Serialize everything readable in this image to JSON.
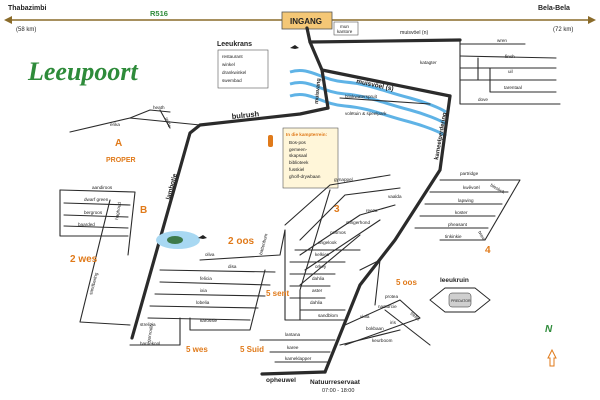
{
  "title": "Leeupoort",
  "highway": {
    "name": "R516",
    "west_town": "Thabazimbi",
    "west_dist": "(58 km)",
    "east_town": "Bela-Bela",
    "east_dist": "(72 km)"
  },
  "gate": {
    "label": "INGANG",
    "office": [
      "mun",
      "kantore"
    ]
  },
  "leeukrans": {
    "title": "Leeukrans",
    "items": [
      "restaurant",
      "winkel",
      "drankwinkel",
      "swembad"
    ]
  },
  "camp_info": {
    "title": "In die kampterrein:",
    "items": [
      "Bos-pos",
      "gemeen-",
      "skapsaal",
      "biblioteek",
      "fusskiel",
      "gholf-drywbaan"
    ]
  },
  "main_roads": {
    "bulrush": "bulrush",
    "lambotie": "lambotie",
    "muisvoel_s": "muisvöel (s)",
    "muisvoel_n": "muisvöel (n)",
    "muisvang": "muisvang",
    "kameelperdering": "kameelperdering",
    "opheuwel": "opheuwel"
  },
  "streets": [
    "heath",
    "erika",
    "reide",
    "aandiroos",
    "dwarf green",
    "bergroos",
    "baarded",
    "haghoud",
    "sandbering",
    "wren",
    "finch",
    "uil",
    "tarentaal",
    "dove",
    "katagter",
    "blinkwaterspruit",
    "volëtuin & speelpark",
    "partridge",
    "kwêvoël",
    "lapwing",
    "koster",
    "pheasant",
    "tinkinkie",
    "blesbok",
    "twee",
    "gynappel",
    "vaalda",
    "reeza",
    "stingerhond",
    "cosmos",
    "angelook",
    "kelkies",
    "orkey",
    "dahlia",
    "aster",
    "dahlia",
    "sandblom",
    "disa",
    "felicia",
    "ixia",
    "lobelia",
    "strelizia",
    "gonrodin",
    "karossie",
    "hardekool",
    "battenbom",
    "oliva",
    "lantana",
    "karee",
    "kameklapper",
    "protea",
    "nasturcie",
    "viola",
    "bokbaan",
    "iris",
    "trellis",
    "keurboom"
  ],
  "sections": [
    "A",
    "PROPER",
    "B",
    "2 wes",
    "2 oos",
    "3",
    "4",
    "5 sent",
    "5 oos",
    "5 wes",
    "5 Suid"
  ],
  "leeukruin": {
    "title": "leeukruin",
    "tank": "PREDATOR"
  },
  "reserve": {
    "name": "Natuurreservaat",
    "hours": "07:00 - 18:00"
  },
  "compass": "N",
  "colors": {
    "title": "#2e8b3a",
    "sections": "#e07a1a",
    "river": "#5fb3e6",
    "info_bg": "#fff6d9"
  }
}
